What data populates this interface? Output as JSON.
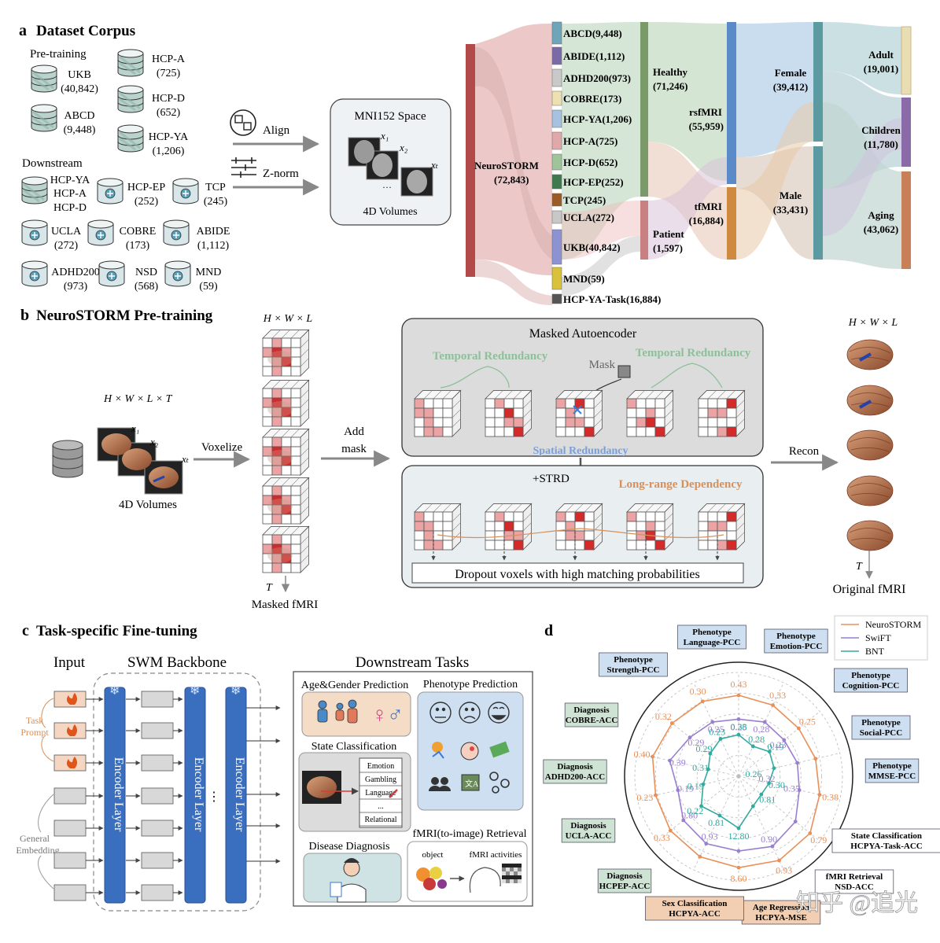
{
  "panel_a": {
    "letter": "a",
    "title": "Dataset Corpus",
    "pretraining_label": "Pre-training",
    "downstream_label": "Downstream",
    "pretraining": [
      {
        "name": "UKB",
        "count": "(40,842)"
      },
      {
        "name": "ABCD",
        "count": "(9,448)"
      },
      {
        "name": "HCP-A",
        "count": "(725)"
      },
      {
        "name": "HCP-D",
        "count": "(652)"
      },
      {
        "name": "HCP-YA",
        "count": "(1,206)"
      }
    ],
    "downstream_group": [
      "HCP-YA",
      "HCP-A",
      "HCP-D"
    ],
    "downstream": [
      {
        "name": "HCP-EP",
        "count": "(252)"
      },
      {
        "name": "TCP",
        "count": "(245)"
      },
      {
        "name": "UCLA",
        "count": "(272)"
      },
      {
        "name": "COBRE",
        "count": "(173)"
      },
      {
        "name": "ABIDE",
        "count": "(1,112)"
      },
      {
        "name": "ADHD200",
        "count": "(973)"
      },
      {
        "name": "NSD",
        "count": "(568)"
      },
      {
        "name": "MND",
        "count": "(59)"
      }
    ],
    "align_label": "Align",
    "znorm_label": "Z-norm",
    "mni_title": "MNI152 Space",
    "mni_caption": "4D Volumes",
    "xs": [
      "x₁",
      "x₂",
      "xₜ"
    ],
    "dots": "···"
  },
  "sankey": {
    "source": {
      "name": "NeuroSTORM",
      "count": "(72,843)"
    },
    "datasets": [
      {
        "label": "ABCD(9,448)",
        "color": "#6fa5b8"
      },
      {
        "label": "ABIDE(1,112)",
        "color": "#7a6aa8"
      },
      {
        "label": "ADHD200(973)",
        "color": "#c9c9c9"
      },
      {
        "label": "COBRE(173)",
        "color": "#efe0b0"
      },
      {
        "label": "HCP-YA(1,206)",
        "color": "#a7c2e0"
      },
      {
        "label": "HCP-A(725)",
        "color": "#e0a8a8"
      },
      {
        "label": "HCP-D(652)",
        "color": "#9fc49a"
      },
      {
        "label": "HCP-EP(252)",
        "color": "#3e7a4e"
      },
      {
        "label": "TCP(245)",
        "color": "#9c5a24"
      },
      {
        "label": "UCLA(272)",
        "color": "#c8c8c8"
      },
      {
        "label": "UKB(40,842)",
        "color": "#8d93d2"
      },
      {
        "label": "MND(59)",
        "color": "#d9c23a"
      },
      {
        "label": "HCP-YA-Task(16,884)",
        "color": "#555555"
      }
    ],
    "health": [
      {
        "name": "Healthy",
        "count": "(71,246)"
      },
      {
        "name": "Patient",
        "count": "(1,597)"
      }
    ],
    "modality": [
      {
        "name": "rsfMRI",
        "count": "(55,959)"
      },
      {
        "name": "tfMRI",
        "count": "(16,884)"
      }
    ],
    "sex": [
      {
        "name": "Female",
        "count": "(39,412)"
      },
      {
        "name": "Male",
        "count": "(33,431)"
      }
    ],
    "age": [
      {
        "name": "Adult",
        "count": "(19,001)"
      },
      {
        "name": "Children",
        "count": "(11,780)"
      },
      {
        "name": "Aging",
        "count": "(43,062)"
      }
    ]
  },
  "panel_b": {
    "letter": "b",
    "title": "NeuroSTORM Pre-training",
    "input_dims": "H × W × L × T",
    "cube_dims": "H × W × L",
    "xs": [
      "x₁",
      "x₂",
      "xₜ"
    ],
    "input_caption": "4D Volumes",
    "voxelize": "Voxelize",
    "add_mask": [
      "Add",
      "mask"
    ],
    "masked_fmri": "Masked fMRI",
    "t_label": "T",
    "mae_title": "Masked Autoencoder",
    "temporal_redundancy": "Temporal Redundancy",
    "mask_label": "Mask",
    "spatial_redundancy": "Spatial Redundancy",
    "strd": "+STRD",
    "long_range": "Long-range Dependency",
    "dropout": "Dropout voxels with high matching probabilities",
    "recon": "Recon",
    "out_dims": "H × W × L",
    "original": "Original fMRI"
  },
  "panel_c": {
    "letter": "c",
    "title": "Task-specific Fine-tuning",
    "input_label": "Input",
    "backbone_label": "SWM Backbone",
    "task_prompt": [
      "Task",
      "Prompt"
    ],
    "general_embedding": [
      "General",
      "Embedding"
    ],
    "encoder_layer": "Encoder Layer",
    "ellipsis": "⋮",
    "downstream_tasks": "Downstream Tasks",
    "age_gender": "Age&Gender Prediction",
    "phenotype_prediction": "Phenotype Prediction",
    "state_classification": "State Classification",
    "states": [
      "Emotion",
      "Gambling",
      "Language",
      "...",
      "Relational"
    ],
    "disease_diagnosis": "Disease Diagnosis",
    "retrieval": "fMRI(to-image) Retrieval",
    "object_label": "object",
    "activities_label": "fMRI activities"
  },
  "panel_d": {
    "letter": "d",
    "colors": {
      "NeuroSTORM": "#e8905a",
      "SwiFT": "#9a7fd0",
      "BNT": "#33aaa0"
    },
    "chart_data": {
      "type": "radar",
      "axes": [
        "Phenotype Language-PCC",
        "Phenotype Emotion-PCC",
        "Phenotype Cognition-PCC",
        "Phenotype Social-PCC",
        "Phenotype MMSE-PCC",
        "State Classification HCPYA-Task-ACC",
        "fMRI Retrieval NSD-ACC",
        "Age Regression HCPYA-MSE",
        "Sex Classification HCPYA-ACC",
        "Diagnosis HCPEP-ACC",
        "Diagnosis UCLA-ACC",
        "Diagnosis ADHD200-ACC",
        "Diagnosis COBRE-ACC",
        "Phenotype Strength-PCC"
      ],
      "axis_labels": [
        [
          "Phenotype",
          "Language-PCC"
        ],
        [
          "Phenotype",
          "Emotion-PCC"
        ],
        [
          "Phenotype",
          "Cognition-PCC"
        ],
        [
          "Phenotype",
          "Social-PCC"
        ],
        [
          "Phenotype",
          "MMSE-PCC"
        ],
        [
          "State Classification",
          "HCPYA-Task-ACC"
        ],
        [
          "fMRI Retrieval",
          "NSD-ACC"
        ],
        [
          "Age Regression",
          "HCPYA-MSE"
        ],
        [
          "Sex Classification",
          "HCPYA-ACC"
        ],
        [
          "Diagnosis",
          "HCPEP-ACC"
        ],
        [
          "Diagnosis",
          "UCLA-ACC"
        ],
        [
          "Diagnosis",
          "ADHD200-ACC"
        ],
        [
          "Diagnosis",
          "COBRE-ACC"
        ],
        [
          "Phenotype",
          "Strength-PCC"
        ]
      ],
      "axis_styles": [
        "blue",
        "blue",
        "blue",
        "blue",
        "blue",
        "white",
        "white",
        "orange",
        "orange",
        "green",
        "green",
        "green",
        "green",
        "blue"
      ],
      "series": [
        {
          "name": "NeuroSTORM",
          "radius": [
            0.78,
            0.76,
            0.74,
            0.76,
            0.8,
            0.88,
            0.9,
            0.88,
            0.86,
            0.84,
            0.82,
            0.85,
            0.82,
            0.8
          ],
          "labels": [
            "0.43",
            "0.33",
            "0.25",
            "",
            "0.38",
            "0.79",
            "0.93",
            "8.60",
            "",
            "0.33",
            "0.23",
            "0.40",
            "0.32",
            "0.30"
          ]
        },
        {
          "name": "SwiFT",
          "radius": [
            0.55,
            0.58,
            0.56,
            0.58,
            0.6,
            0.7,
            0.75,
            0.72,
            0.72,
            0.68,
            0.6,
            0.68,
            0.6,
            0.58
          ],
          "labels": [
            "0.25",
            "0.28",
            "0.23",
            "",
            "0.35",
            "",
            "0.90",
            "",
            "0.93",
            "0.80",
            "0.19",
            "0.39",
            "0.29",
            "0.25"
          ]
        },
        {
          "name": "BNT",
          "radius": [
            0.4,
            0.32,
            0.38,
            0.35,
            0.3,
            0.28,
            0.32,
            0.5,
            0.42,
            0.46,
            0.35,
            0.3,
            0.35,
            0.4
          ],
          "labels": [
            "0.38",
            "0.28",
            "0.19",
            "",
            "0.30",
            "0.81",
            "",
            "12.80",
            "0.81",
            "0.22",
            "0.19",
            "0.31",
            "0.29",
            "0.23"
          ]
        }
      ],
      "extra_labels": [
        "0.32",
        "0.26"
      ]
    },
    "watermark": "知乎 @追光"
  }
}
